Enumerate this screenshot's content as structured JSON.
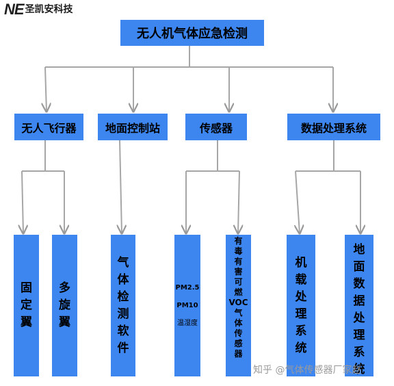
{
  "logo": {
    "mark": "NE",
    "name": "圣凯安科技"
  },
  "root": {
    "label": "无人机气体应急检测"
  },
  "level1": [
    {
      "label": "无人飞行器"
    },
    {
      "label": "地面控制站"
    },
    {
      "label": "传感器"
    },
    {
      "label": "数据处理系统"
    }
  ],
  "level2": {
    "fixed_wing": "固定翼",
    "multi_rotor": "多旋翼",
    "software": "气体检测软件",
    "sensor_list": [
      "PM2.5",
      "PM10",
      "温湿度"
    ],
    "voc_sensor": [
      "有",
      "毒",
      "有",
      "害",
      "可",
      "燃",
      "VOC",
      "气",
      "体",
      "传",
      "感",
      "器"
    ],
    "onboard": "机载处理系统",
    "ground_data": "地面数据处理系统"
  },
  "watermark": "知乎 @气体传感器厂家赵"
}
